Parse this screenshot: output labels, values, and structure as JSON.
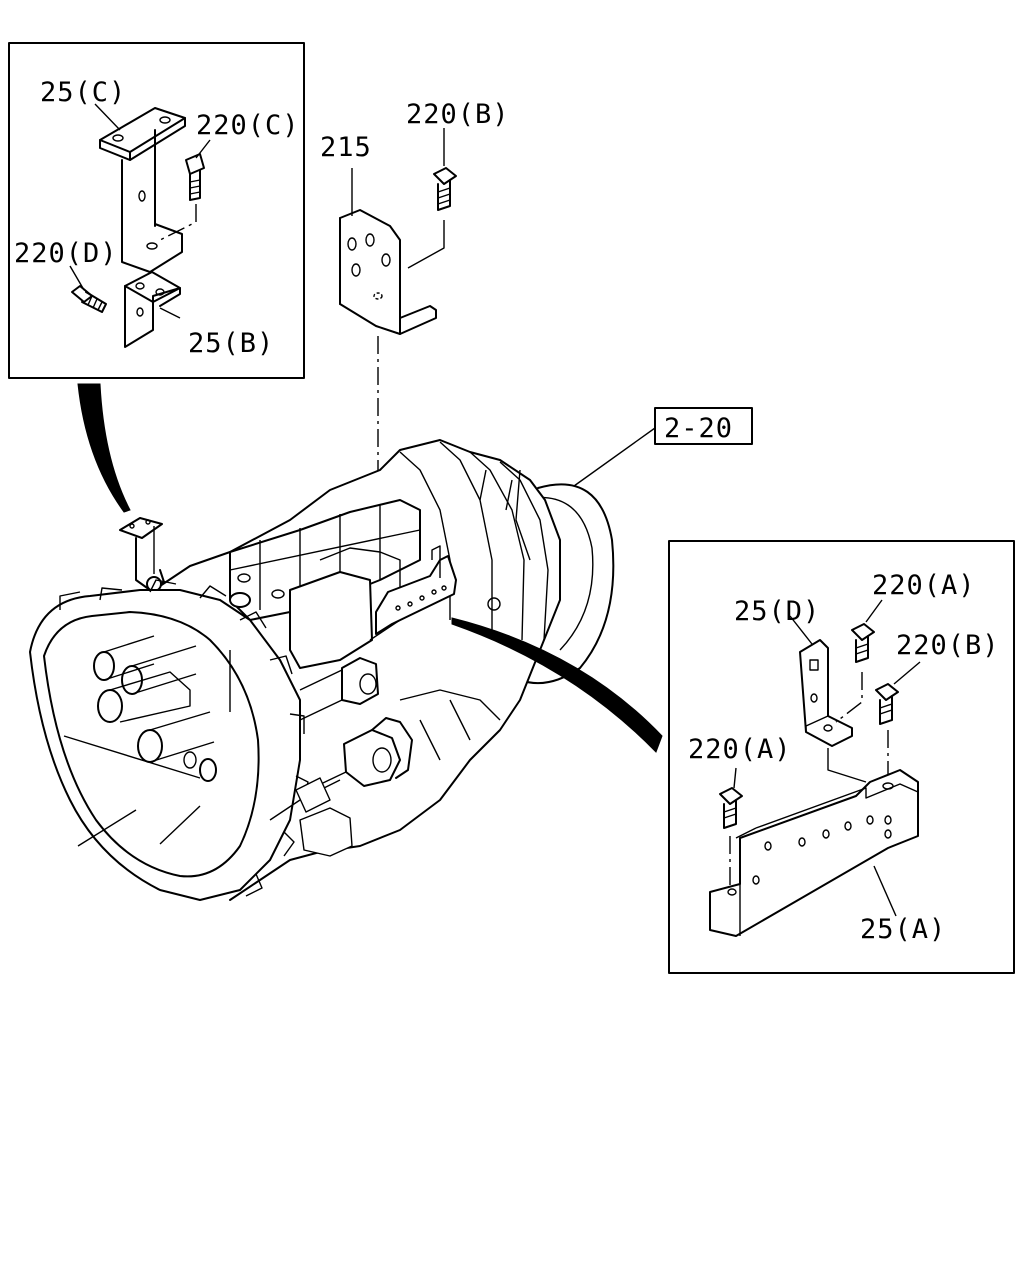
{
  "callouts": {
    "p25c": "25(C)",
    "p220c": "220(C)",
    "p220d": "220(D)",
    "p25b": "25(B)",
    "p215": "215",
    "p220b_top": "220(B)",
    "ref": "2-20",
    "p25d": "25(D)",
    "p220a_top": "220(A)",
    "p220b_right": "220(B)",
    "p220a_left": "220(A)",
    "p25a": "25(A)"
  }
}
